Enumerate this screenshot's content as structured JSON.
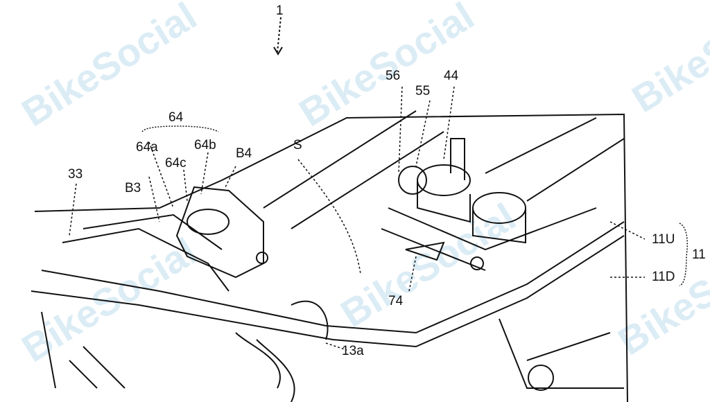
{
  "figure": {
    "watermark": "BikeSocial",
    "labels": {
      "l1": "1",
      "l64": "64",
      "l64a": "64a",
      "l64b": "64b",
      "l64c": "64c",
      "lB4": "B4",
      "lB3": "B3",
      "l33": "33",
      "lS": "S",
      "l56": "56",
      "l55": "55",
      "l44": "44",
      "l11U": "11U",
      "l11": "11",
      "l11D": "11D",
      "l74": "74",
      "l13a": "13a"
    }
  }
}
